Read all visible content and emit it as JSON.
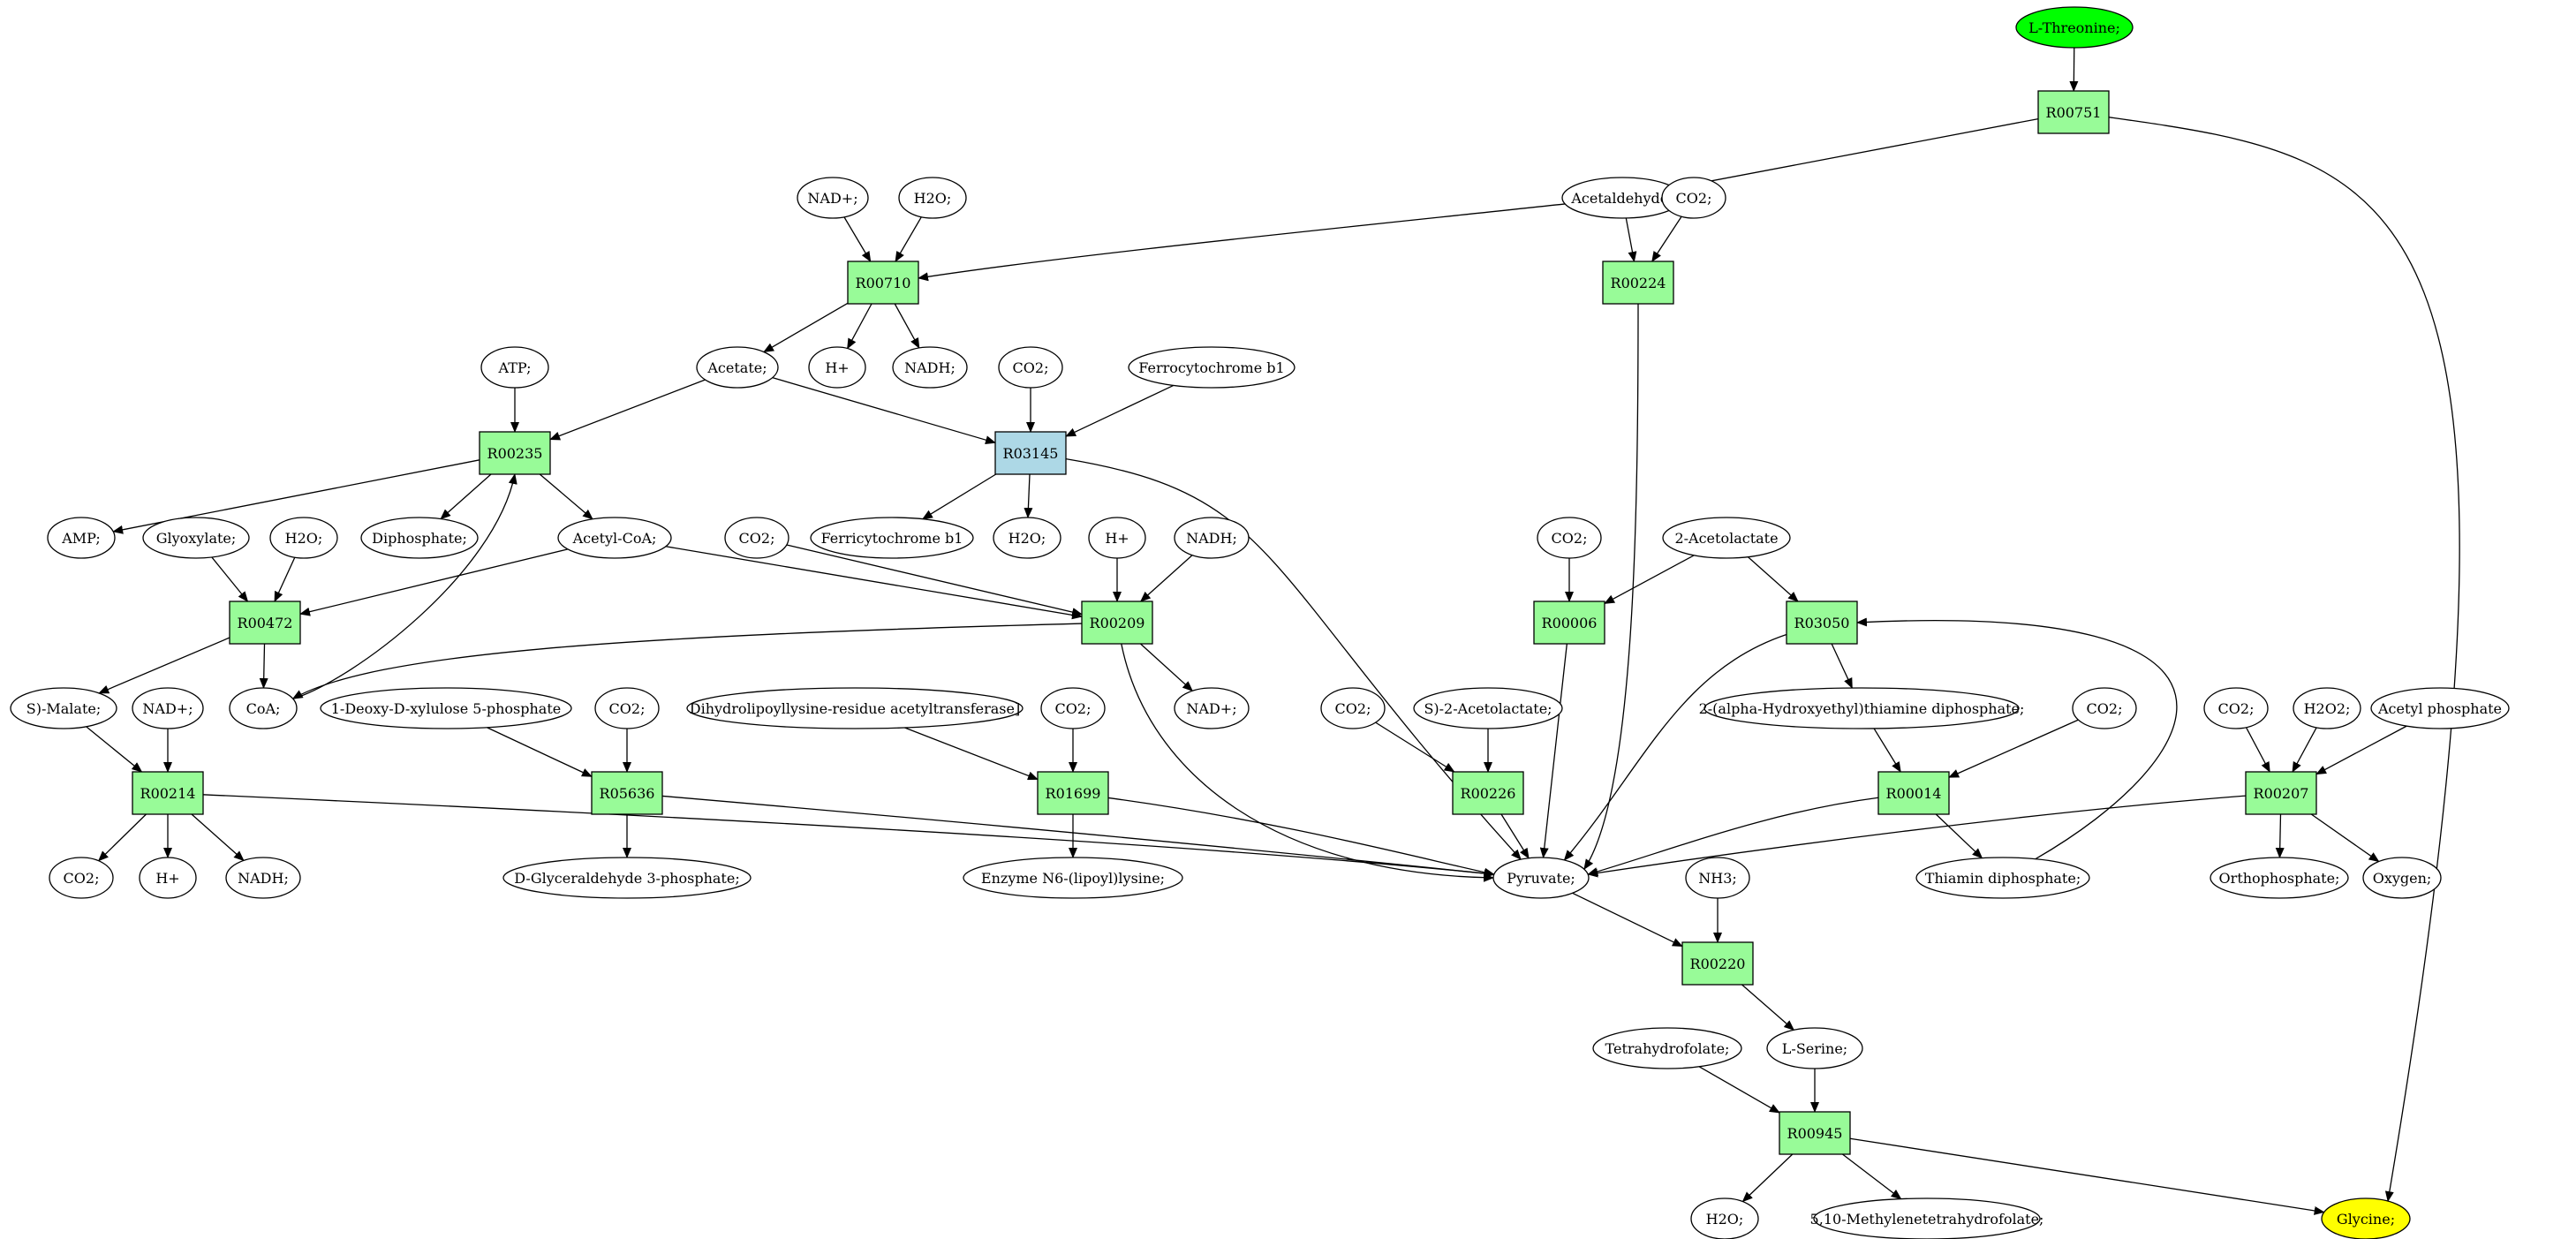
{
  "colors": {
    "reaction": "#98fb98",
    "reaction_highlight": "#add8e6",
    "compound": "#ffffff",
    "source": "#00ff00",
    "target": "#ffff00",
    "edge": "#000000"
  },
  "reactions": [
    {
      "id": "R00751",
      "label": "R00751",
      "color": "reaction"
    },
    {
      "id": "R00710",
      "label": "R00710",
      "color": "reaction"
    },
    {
      "id": "R00224",
      "label": "R00224",
      "color": "reaction"
    },
    {
      "id": "R00235",
      "label": "R00235",
      "color": "reaction"
    },
    {
      "id": "R03145",
      "label": "R03145",
      "color": "reaction_highlight"
    },
    {
      "id": "R00472",
      "label": "R00472",
      "color": "reaction"
    },
    {
      "id": "R00209",
      "label": "R00209",
      "color": "reaction"
    },
    {
      "id": "R00006",
      "label": "R00006",
      "color": "reaction"
    },
    {
      "id": "R03050",
      "label": "R03050",
      "color": "reaction"
    },
    {
      "id": "R00214",
      "label": "R00214",
      "color": "reaction"
    },
    {
      "id": "R05636",
      "label": "R05636",
      "color": "reaction"
    },
    {
      "id": "R01699",
      "label": "R01699",
      "color": "reaction"
    },
    {
      "id": "R00226",
      "label": "R00226",
      "color": "reaction"
    },
    {
      "id": "R00014",
      "label": "R00014",
      "color": "reaction"
    },
    {
      "id": "R00207",
      "label": "R00207",
      "color": "reaction"
    },
    {
      "id": "R00220",
      "label": "R00220",
      "color": "reaction"
    },
    {
      "id": "R00945",
      "label": "R00945",
      "color": "reaction"
    }
  ],
  "compounds": [
    {
      "id": "threonine",
      "label": "L-Threonine;",
      "color": "source"
    },
    {
      "id": "nad_1",
      "label": "NAD+;"
    },
    {
      "id": "h2o_1",
      "label": "H2O;"
    },
    {
      "id": "acetaldehyde",
      "label": "Acetaldehyde;"
    },
    {
      "id": "co2_1",
      "label": "CO2;"
    },
    {
      "id": "atp",
      "label": "ATP;"
    },
    {
      "id": "acetate",
      "label": "Acetate;"
    },
    {
      "id": "hplus_1",
      "label": "H+"
    },
    {
      "id": "nadh_1",
      "label": "NADH;"
    },
    {
      "id": "co2_2",
      "label": "CO2;"
    },
    {
      "id": "ferrocyt",
      "label": "Ferrocytochrome b1"
    },
    {
      "id": "amp",
      "label": "AMP;"
    },
    {
      "id": "glyoxylate",
      "label": "Glyoxylate;"
    },
    {
      "id": "h2o_2",
      "label": "H2O;"
    },
    {
      "id": "diphosphate",
      "label": "Diphosphate;"
    },
    {
      "id": "acetylcoa",
      "label": "Acetyl-CoA;"
    },
    {
      "id": "co2_3",
      "label": "CO2;"
    },
    {
      "id": "ferricyt",
      "label": "Ferricytochrome b1"
    },
    {
      "id": "h2o_3",
      "label": "H2O;"
    },
    {
      "id": "hplus_2",
      "label": "H+"
    },
    {
      "id": "nadh_2",
      "label": "NADH;"
    },
    {
      "id": "co2_4",
      "label": "CO2;"
    },
    {
      "id": "acetolactate",
      "label": "2-Acetolactate"
    },
    {
      "id": "smalate",
      "label": "S)-Malate;"
    },
    {
      "id": "nad_2",
      "label": "NAD+;"
    },
    {
      "id": "coa",
      "label": "CoA;"
    },
    {
      "id": "deoxyxylulose",
      "label": "1-Deoxy-D-xylulose 5-phosphate"
    },
    {
      "id": "co2_5",
      "label": "CO2;"
    },
    {
      "id": "dihydrolipoyl",
      "label": "Dihydrolipoyllysine-residue acetyltransferase]"
    },
    {
      "id": "co2_6",
      "label": "CO2;"
    },
    {
      "id": "nad_3",
      "label": "NAD+;"
    },
    {
      "id": "co2_7",
      "label": "CO2;"
    },
    {
      "id": "s_acetolactate",
      "label": "S)-2-Acetolactate;"
    },
    {
      "id": "hydroxyethyl",
      "label": "2-(alpha-Hydroxyethyl)thiamine diphosphate;"
    },
    {
      "id": "co2_8",
      "label": "CO2;"
    },
    {
      "id": "co2_9",
      "label": "CO2;"
    },
    {
      "id": "h2o2",
      "label": "H2O2;"
    },
    {
      "id": "acetylphosphate",
      "label": "Acetyl phosphate"
    },
    {
      "id": "co2_10",
      "label": "CO2;"
    },
    {
      "id": "hplus_3",
      "label": "H+"
    },
    {
      "id": "nadh_3",
      "label": "NADH;"
    },
    {
      "id": "g3p",
      "label": "D-Glyceraldehyde 3-phosphate;"
    },
    {
      "id": "lipoyllysine",
      "label": "Enzyme N6-(lipoyl)lysine;"
    },
    {
      "id": "pyruvate",
      "label": "Pyruvate;"
    },
    {
      "id": "thiamin",
      "label": "Thiamin diphosphate;"
    },
    {
      "id": "orthophosphate",
      "label": "Orthophosphate;"
    },
    {
      "id": "oxygen",
      "label": "Oxygen;"
    },
    {
      "id": "nh3",
      "label": "NH3;"
    },
    {
      "id": "tetrahydrofolate",
      "label": "Tetrahydrofolate;"
    },
    {
      "id": "lserine",
      "label": "L-Serine;"
    },
    {
      "id": "h2o_4",
      "label": "H2O;"
    },
    {
      "id": "methylene_thf",
      "label": "5,10-Methylenetetrahydrofolate;"
    },
    {
      "id": "glycine",
      "label": "Glycine;",
      "color": "target"
    }
  ],
  "edges": [
    [
      "threonine",
      "R00751"
    ],
    [
      "R00751",
      "acetaldehyde"
    ],
    [
      "R00751",
      "glycine"
    ],
    [
      "acetaldehyde",
      "R00710"
    ],
    [
      "acetaldehyde",
      "R00224"
    ],
    [
      "co2_1",
      "R00224"
    ],
    [
      "R00224",
      "pyruvate"
    ],
    [
      "nad_1",
      "R00710"
    ],
    [
      "h2o_1",
      "R00710"
    ],
    [
      "R00710",
      "acetate"
    ],
    [
      "R00710",
      "hplus_1"
    ],
    [
      "R00710",
      "nadh_1"
    ],
    [
      "acetate",
      "R00235"
    ],
    [
      "acetate",
      "R03145"
    ],
    [
      "atp",
      "R00235"
    ],
    [
      "co2_2",
      "R03145"
    ],
    [
      "ferrocyt",
      "R03145"
    ],
    [
      "R03145",
      "ferricyt"
    ],
    [
      "R03145",
      "h2o_3"
    ],
    [
      "R03145",
      "pyruvate"
    ],
    [
      "R00235",
      "amp"
    ],
    [
      "R00235",
      "diphosphate"
    ],
    [
      "R00235",
      "acetylcoa"
    ],
    [
      "coa",
      "R00235"
    ],
    [
      "glyoxylate",
      "R00472"
    ],
    [
      "h2o_2",
      "R00472"
    ],
    [
      "acetylcoa",
      "R00472"
    ],
    [
      "acetylcoa",
      "R00209"
    ],
    [
      "R00472",
      "smalate"
    ],
    [
      "R00472",
      "coa"
    ],
    [
      "co2_3",
      "R00209"
    ],
    [
      "hplus_2",
      "R00209"
    ],
    [
      "nadh_2",
      "R00209"
    ],
    [
      "R00209",
      "coa"
    ],
    [
      "R00209",
      "nad_3"
    ],
    [
      "R00209",
      "pyruvate"
    ],
    [
      "smalate",
      "R00214"
    ],
    [
      "nad_2",
      "R00214"
    ],
    [
      "R00214",
      "co2_10"
    ],
    [
      "R00214",
      "hplus_3"
    ],
    [
      "R00214",
      "nadh_3"
    ],
    [
      "R00214",
      "pyruvate"
    ],
    [
      "deoxyxylulose",
      "R05636"
    ],
    [
      "co2_5",
      "R05636"
    ],
    [
      "R05636",
      "g3p"
    ],
    [
      "R05636",
      "pyruvate"
    ],
    [
      "dihydrolipoyl",
      "R01699"
    ],
    [
      "co2_6",
      "R01699"
    ],
    [
      "R01699",
      "lipoyllysine"
    ],
    [
      "R01699",
      "pyruvate"
    ],
    [
      "co2_4",
      "R00006"
    ],
    [
      "acetolactate",
      "R00006"
    ],
    [
      "acetolactate",
      "R03050"
    ],
    [
      "R00006",
      "pyruvate"
    ],
    [
      "thiamin",
      "R03050"
    ],
    [
      "R03050",
      "hydroxyethyl"
    ],
    [
      "R03050",
      "pyruvate"
    ],
    [
      "co2_7",
      "R00226"
    ],
    [
      "s_acetolactate",
      "R00226"
    ],
    [
      "R00226",
      "pyruvate"
    ],
    [
      "hydroxyethyl",
      "R00014"
    ],
    [
      "co2_8",
      "R00014"
    ],
    [
      "R00014",
      "pyruvate"
    ],
    [
      "R00014",
      "thiamin"
    ],
    [
      "co2_9",
      "R00207"
    ],
    [
      "h2o2",
      "R00207"
    ],
    [
      "acetylphosphate",
      "R00207"
    ],
    [
      "R00207",
      "orthophosphate"
    ],
    [
      "R00207",
      "oxygen"
    ],
    [
      "R00207",
      "pyruvate"
    ],
    [
      "pyruvate",
      "R00220"
    ],
    [
      "nh3",
      "R00220"
    ],
    [
      "R00220",
      "lserine"
    ],
    [
      "lserine",
      "R00945"
    ],
    [
      "tetrahydrofolate",
      "R00945"
    ],
    [
      "R00945",
      "h2o_4"
    ],
    [
      "R00945",
      "methylene_thf"
    ],
    [
      "R00945",
      "glycine"
    ]
  ]
}
